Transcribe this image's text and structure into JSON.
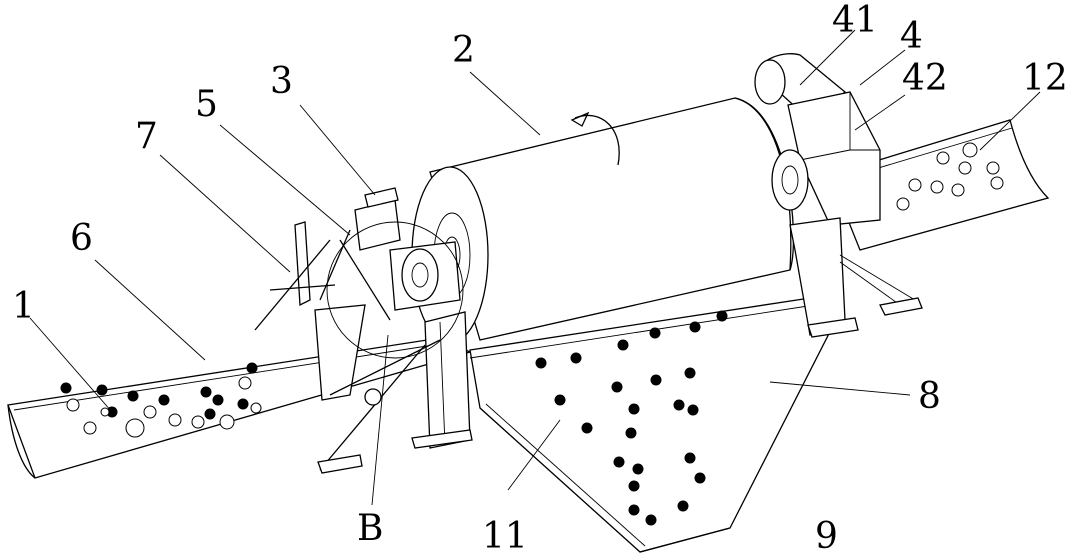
{
  "labels": {
    "l1": "1",
    "l2": "2",
    "l3": "3",
    "l4": "4",
    "l41": "41",
    "l42": "42",
    "l5": "5",
    "l6": "6",
    "l7": "7",
    "l8": "8",
    "l9": "9",
    "l11": "11",
    "l12": "12",
    "lB": "B"
  },
  "colors": {
    "ink": "#000000",
    "paper": "#ffffff"
  }
}
